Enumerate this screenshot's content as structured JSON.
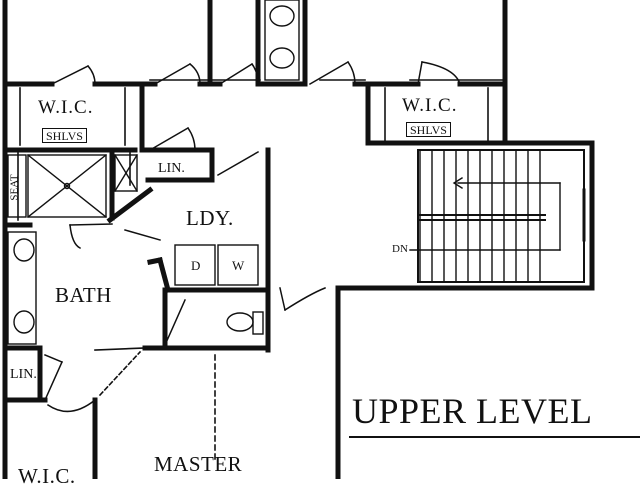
{
  "labels": {
    "wic": "W.I.C.",
    "shlvs": "SHLVS",
    "seat": "SEAT",
    "lin": "LIN.",
    "laundry": "LDY.",
    "dryer": "D",
    "washer": "W",
    "bath": "BATH",
    "down": "DN",
    "master": "MASTER",
    "wic_partial": "W.I.C.",
    "title": "UPPER LEVEL"
  }
}
